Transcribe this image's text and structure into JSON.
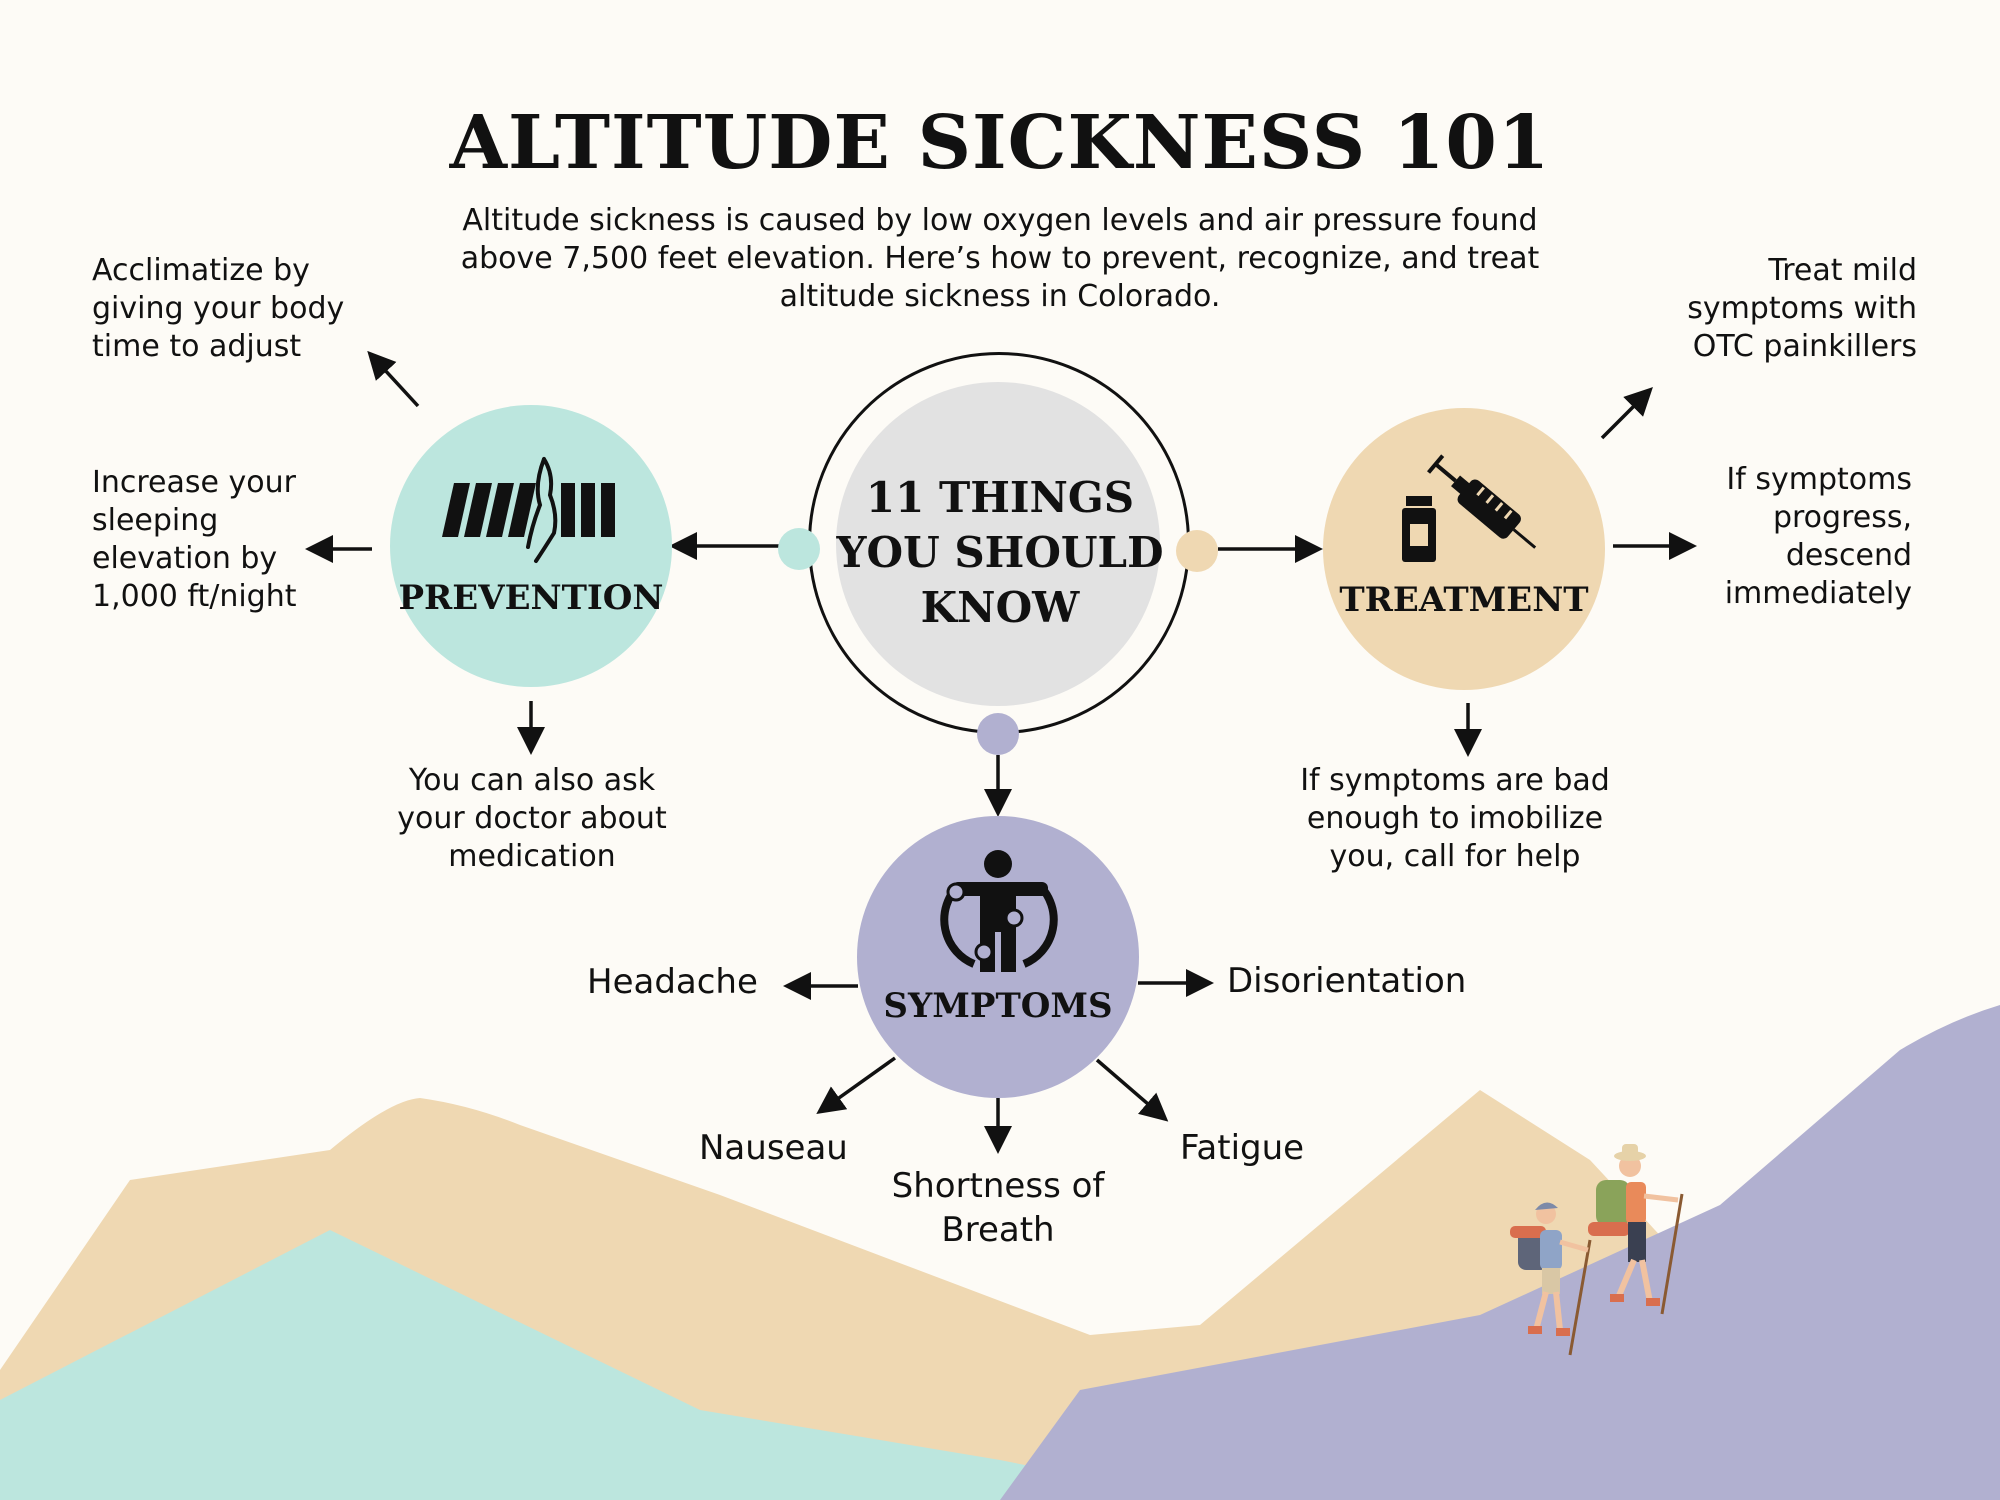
{
  "title": "ALTITUDE SICKNESS 101",
  "subtitle": "Altitude sickness is caused by low oxygen levels and air pressure found above 7,500 feet elevation. Here’s how to prevent, recognize, and treat altitude sickness in Colorado.",
  "center": {
    "lines": [
      "11 THINGS",
      "YOU SHOULD",
      "KNOW"
    ]
  },
  "prevention": {
    "label": "PREVENTION",
    "tips": [
      [
        "Acclimatize by",
        "giving your body",
        "time to adjust"
      ],
      [
        "Increase your",
        "sleeping",
        "elevation by",
        "1,000 ft/night"
      ],
      [
        "You can also ask",
        "your doctor about",
        "medication"
      ]
    ]
  },
  "treatment": {
    "label": "TREATMENT",
    "tips": [
      [
        "Treat mild",
        "symptoms with",
        "OTC painkillers"
      ],
      [
        "If symptoms",
        "progress,",
        "descend",
        "immediately"
      ],
      [
        "If symptoms are bad",
        "enough to imobilize",
        "you, call for help"
      ]
    ]
  },
  "symptoms": {
    "label": "SYMPTOMS",
    "items": [
      "Headache",
      "Disorientation",
      "Nauseau",
      "Shortness of Breath",
      "Fatigue"
    ]
  },
  "colors": {
    "background": "#fdfbf6",
    "prevention": "#bce6de",
    "treatment": "#efd8b2",
    "symptoms": "#b1b0d0",
    "center": "#e2e2e2",
    "text": "#111111"
  },
  "icons": {
    "prevention": "hand-bars-icon",
    "treatment": "syringe-vial-icon",
    "symptoms": "person-pain-icon",
    "hikers": "hikers-illustration"
  }
}
